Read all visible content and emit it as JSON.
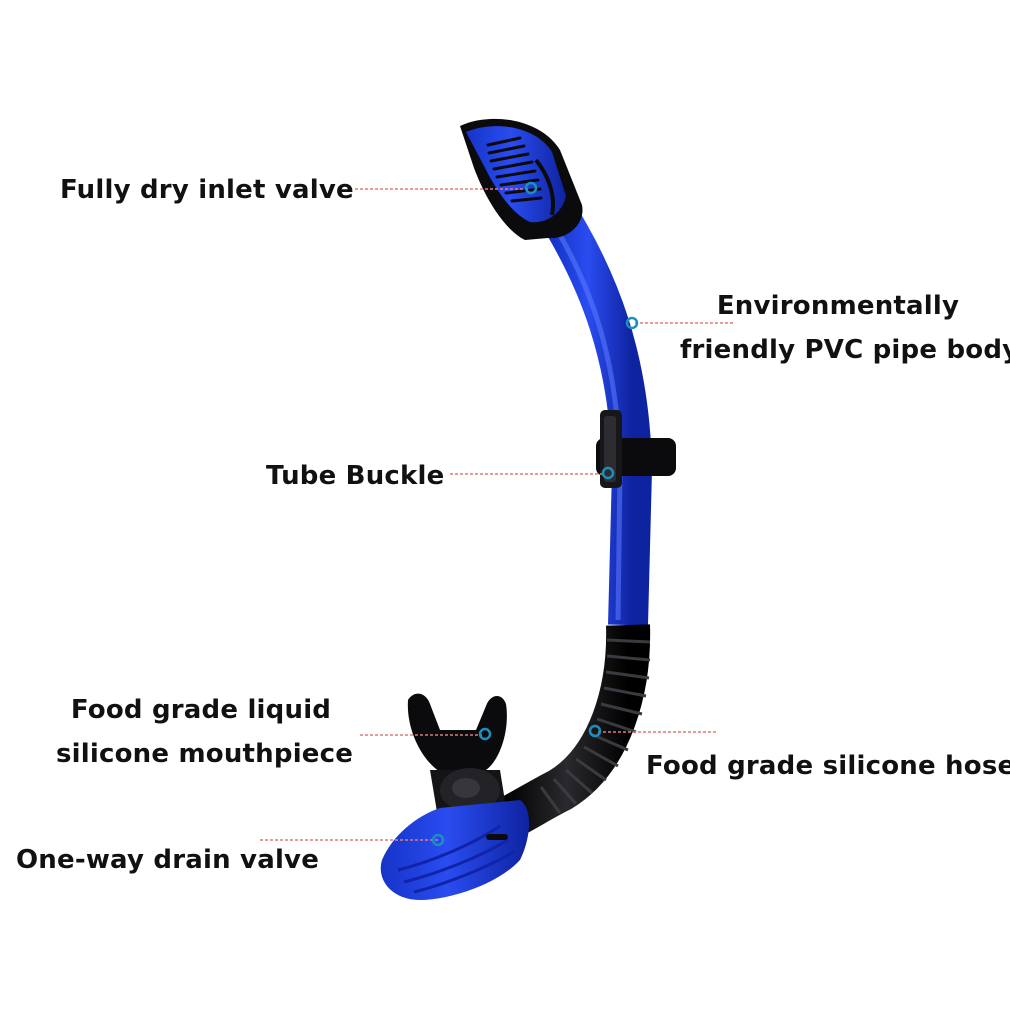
{
  "colors": {
    "tube_blue": "#1f3fe0",
    "tube_blue_dark": "#0f24a8",
    "black": "#0b0b0d",
    "leader_line": "#e07a7a",
    "marker": "#1c8fbf",
    "text": "#111111"
  },
  "labels": {
    "inlet_valve": "Fully dry inlet valve",
    "pipe_body_line1": "Environmentally",
    "pipe_body_line2": "friendly PVC pipe body",
    "tube_buckle": "Tube Buckle",
    "mouthpiece_line1": "Food grade liquid",
    "mouthpiece_line2": "silicone mouthpiece",
    "hose": "Food grade silicone hose",
    "drain_valve": "One-way drain valve"
  }
}
